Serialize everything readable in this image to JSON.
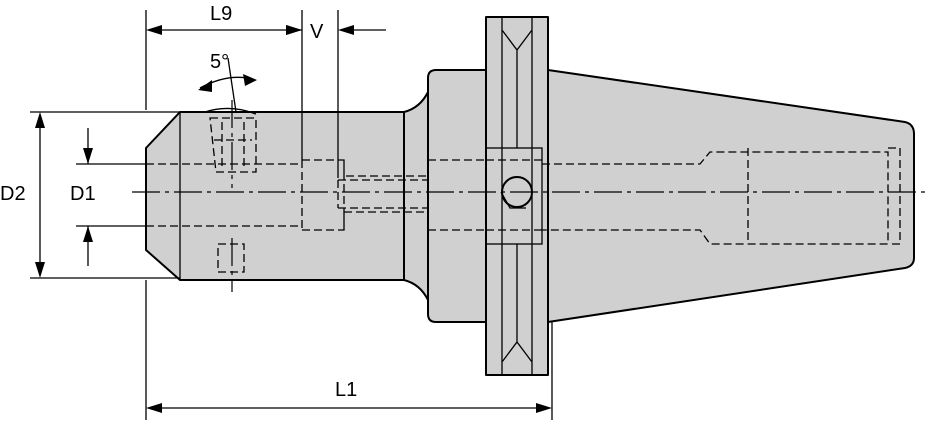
{
  "drawing": {
    "labels": {
      "l9": "L9",
      "v": "V",
      "angle": "5°",
      "d2": "D2",
      "d1": "D1",
      "l1": "L1"
    }
  }
}
